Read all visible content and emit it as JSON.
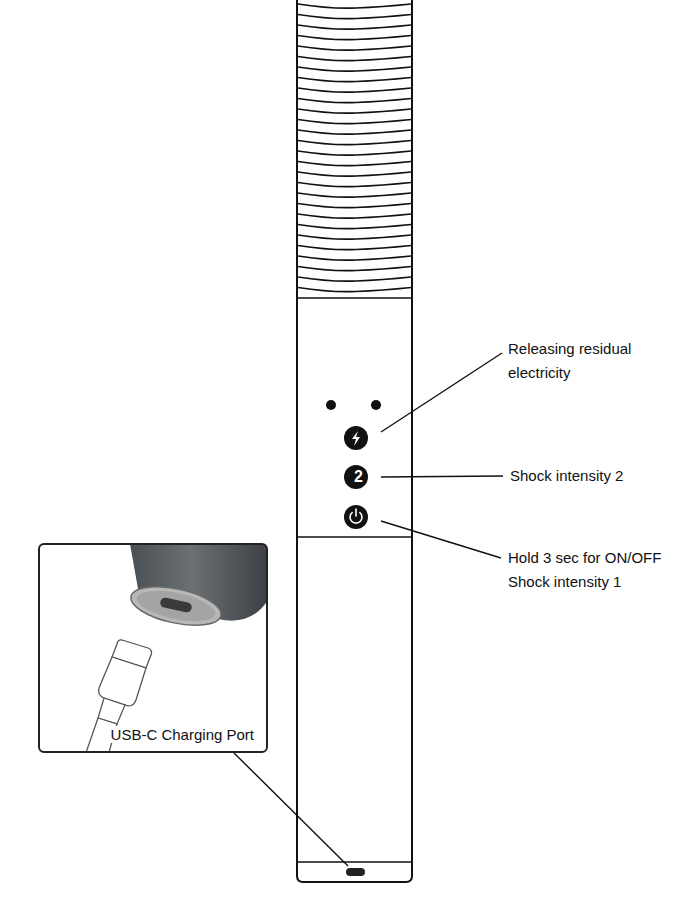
{
  "diagram": {
    "nodes": [
      {
        "text": [
          "2"
        ]
      },
      {
        "text": [
          "USB-C Charging Port"
        ]
      }
    ],
    "labels": [
      "Releasing residual electricity",
      "Shock intensity 2",
      "Hold 3 sec for ON/OFF",
      "Shock intensity 1"
    ]
  }
}
